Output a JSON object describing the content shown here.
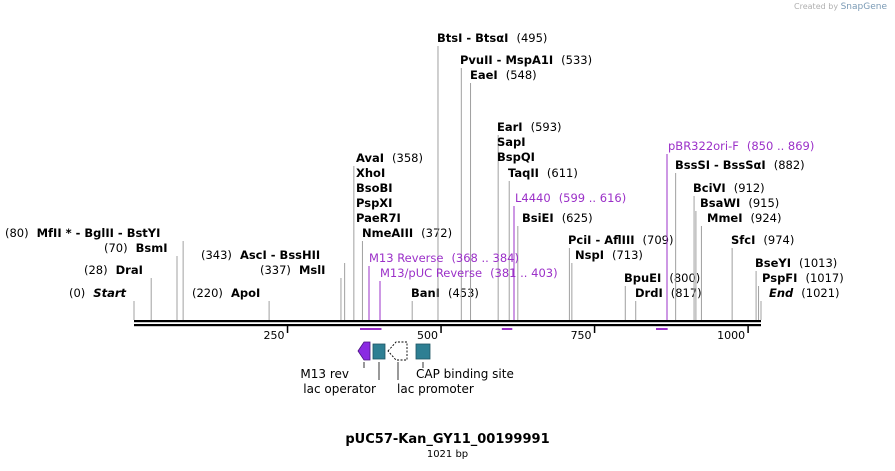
{
  "credit": {
    "prefix": "Created by",
    "brand": "SnapGene"
  },
  "map": {
    "name": "pUC57-Kan_GY11_00199991",
    "length_label": "1021 bp",
    "length": 1021,
    "colors": {
      "backbone": "#000000",
      "primer": "#9b30c8",
      "feature_teal": "#2e7f93",
      "feature_purple": "#8a2be2"
    }
  },
  "ticks": [
    {
      "pos": 250,
      "label": "250"
    },
    {
      "pos": 500,
      "label": "500"
    },
    {
      "pos": 750,
      "label": "750"
    },
    {
      "pos": 1000,
      "label": "1000"
    }
  ],
  "sites": [
    {
      "pos": 0,
      "text": "Start",
      "num": "(0)",
      "side": "right",
      "italic": true
    },
    {
      "pos": 28,
      "text": "DraI",
      "num": "(28)",
      "side": "left"
    },
    {
      "pos": 70,
      "text": "BsmI",
      "num": "(70)",
      "side": "left"
    },
    {
      "pos": 80,
      "text": "MfII * - BglII  - BstYI",
      "num": "(80)",
      "side": "left"
    },
    {
      "pos": 220,
      "text": "ApoI",
      "num": "(220)",
      "side": "left"
    },
    {
      "pos": 337,
      "text": "MslI",
      "num": "(337)",
      "side": "left"
    },
    {
      "pos": 343,
      "text": "AscI  - BssHII",
      "num": "(343)",
      "side": "left"
    },
    {
      "pos": 358,
      "text": "AvaI",
      "num": "(358)",
      "side": "right"
    },
    {
      "pos": 358,
      "text": "XhoI",
      "num": "",
      "side": "right"
    },
    {
      "pos": 358,
      "text": "BsoBI",
      "num": "",
      "side": "right"
    },
    {
      "pos": 358,
      "text": "PspXI",
      "num": "",
      "side": "right"
    },
    {
      "pos": 358,
      "text": "PaeR7I",
      "num": "",
      "side": "right"
    },
    {
      "pos": 372,
      "text": "NmeAIII",
      "num": "(372)",
      "side": "right"
    },
    {
      "pos": 453,
      "text": "BanI",
      "num": "(453)",
      "side": "right"
    },
    {
      "pos": 495,
      "text": "BtsI  - BtsαI",
      "num": "(495)",
      "side": "right"
    },
    {
      "pos": 533,
      "text": "PvuII  - MspA1I",
      "num": "(533)",
      "side": "right"
    },
    {
      "pos": 548,
      "text": "EaeI",
      "num": "(548)",
      "side": "right"
    },
    {
      "pos": 593,
      "text": "EarI",
      "num": "(593)",
      "side": "right"
    },
    {
      "pos": 593,
      "text": "SapI",
      "num": "",
      "side": "right"
    },
    {
      "pos": 593,
      "text": "BspQI",
      "num": "",
      "side": "right"
    },
    {
      "pos": 611,
      "text": "TaqII",
      "num": "(611)",
      "side": "right"
    },
    {
      "pos": 625,
      "text": "BsiEI",
      "num": "(625)",
      "side": "right"
    },
    {
      "pos": 713,
      "text": "NspI",
      "num": "(713)",
      "side": "right"
    },
    {
      "pos": 709,
      "text": "PciI  - AflIII",
      "num": "(709)",
      "side": "right"
    },
    {
      "pos": 800,
      "text": "BpuEI",
      "num": "(800)",
      "side": "right"
    },
    {
      "pos": 817,
      "text": "DrdI",
      "num": "(817)",
      "side": "right"
    },
    {
      "pos": 882,
      "text": "BssSI  - BssSαI",
      "num": "(882)",
      "side": "right"
    },
    {
      "pos": 912,
      "text": "BciVI",
      "num": "(912)",
      "side": "right"
    },
    {
      "pos": 915,
      "text": "BsaWI",
      "num": "(915)",
      "side": "right"
    },
    {
      "pos": 924,
      "text": "MmeI",
      "num": "(924)",
      "side": "right"
    },
    {
      "pos": 974,
      "text": "SfcI",
      "num": "(974)",
      "side": "right"
    },
    {
      "pos": 1013,
      "text": "BseYI",
      "num": "(1013)",
      "side": "right"
    },
    {
      "pos": 1017,
      "text": "PspFI",
      "num": "(1017)",
      "side": "right"
    },
    {
      "pos": 1021,
      "text": "End",
      "num": "(1021)",
      "side": "right",
      "italic": true
    }
  ],
  "primers": [
    {
      "name": "M13 Reverse",
      "range": "(368 .. 384)",
      "start": 368,
      "end": 384
    },
    {
      "name": "M13/pUC Reverse",
      "range": "(381 .. 403)",
      "start": 381,
      "end": 403
    },
    {
      "name": "L4440",
      "range": "(599 .. 616)",
      "start": 599,
      "end": 616
    },
    {
      "name": "pBR322ori-F",
      "range": "(850 .. 869)",
      "start": 850,
      "end": 869
    }
  ],
  "features": [
    {
      "name": "M13 rev",
      "type": "arrow-left",
      "color": "#8a2be2"
    },
    {
      "name": "lac operator",
      "type": "box",
      "color": "#2e7f93"
    },
    {
      "name": "lac promoter",
      "type": "arrow-outline",
      "color": "#ffffff"
    },
    {
      "name": "CAP binding site",
      "type": "box",
      "color": "#2e7f93"
    }
  ]
}
